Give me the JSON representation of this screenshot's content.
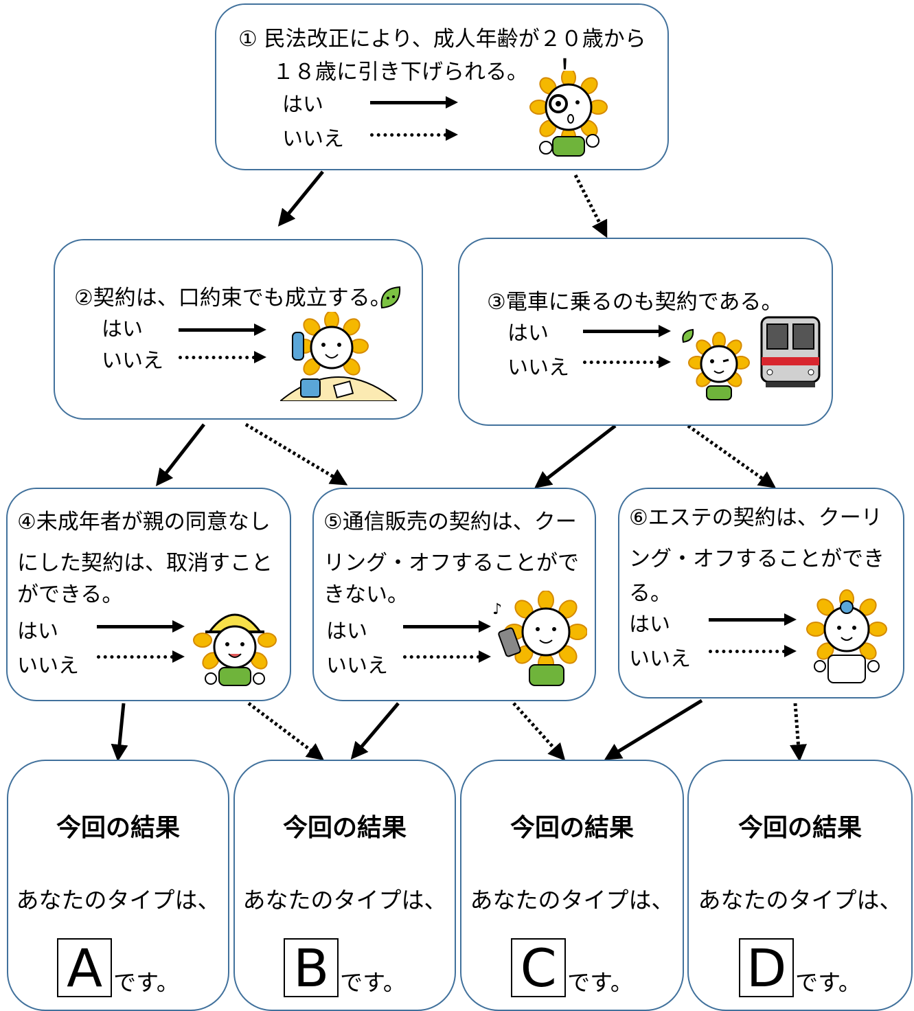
{
  "questions": [
    {
      "id": "q1",
      "lines": [
        "① 民法改正により、成人年齢が２０歳から",
        "１８歳に引き下げられる。"
      ],
      "yes": "はい",
      "no": "いいえ"
    },
    {
      "id": "q2",
      "lines": [
        "②契約は、口約束でも成立する。"
      ],
      "yes": "はい",
      "no": "いいえ"
    },
    {
      "id": "q3",
      "lines": [
        "③電車に乗るのも契約である。"
      ],
      "yes": "はい",
      "no": "いいえ"
    },
    {
      "id": "q4",
      "lines": [
        "④未成年者が親の同意なし",
        "にした契約は、取消すこと",
        "ができる。"
      ],
      "yes": "はい",
      "no": "いいえ"
    },
    {
      "id": "q5",
      "lines": [
        "⑤通信販売の契約は、クー",
        "リング・オフすることがで",
        "きない。"
      ],
      "yes": "はい",
      "no": "いいえ"
    },
    {
      "id": "q6",
      "lines": [
        "⑥エステの契約は、クーリ",
        "ング・オフすることができ",
        "る。"
      ],
      "yes": "はい",
      "no": "いいえ"
    }
  ],
  "results": [
    {
      "title": "今回の結果",
      "type_text": "あなたのタイプは、",
      "letter": "A",
      "suffix": "です。"
    },
    {
      "title": "今回の結果",
      "type_text": "あなたのタイプは、",
      "letter": "B",
      "suffix": "です。"
    },
    {
      "title": "今回の結果",
      "type_text": "あなたのタイプは、",
      "letter": "C",
      "suffix": "です。"
    },
    {
      "title": "今回の結果",
      "type_text": "あなたのタイプは、",
      "letter": "D",
      "suffix": "です。"
    }
  ],
  "mascot_surprise_mark": "！",
  "icons": [
    "sunflower-mascot-magnifier-icon",
    "sunflower-mascot-phone-icon",
    "leaf-icon",
    "sunflower-mascot-train-icon",
    "train-icon",
    "sunflower-mascot-hat-icon",
    "sunflower-mascot-smartphone-icon",
    "sunflower-mascot-doctor-icon"
  ],
  "colors": {
    "border": "#41719c",
    "petal": "#f5b800",
    "petal_outline": "#e08a00",
    "body_green": "#6fb43b",
    "line": "#000000"
  }
}
